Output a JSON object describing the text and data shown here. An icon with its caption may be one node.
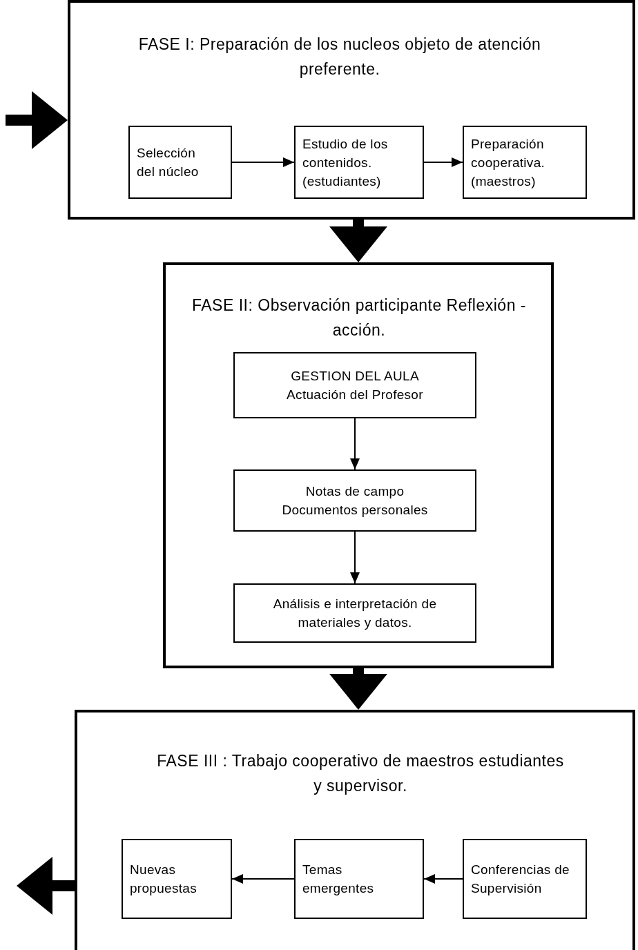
{
  "diagram": {
    "nodes": [
      {
        "text": [
          "FASE I: Preparación de los nucleos objeto de atención preferente."
        ]
      },
      {
        "text": [
          "Selección del núcleo"
        ],
        "in": 0
      },
      {
        "text": [
          "Estudio de los contenidos. (estudiantes)"
        ],
        "in": 0
      },
      {
        "text": [
          "Preparación cooperativa. (maestros)"
        ],
        "in": 0
      },
      {
        "text": [
          "FASE II: Observación participante Reflexión -acción."
        ]
      },
      {
        "text": [
          "GESTION DEL AULA Actuación del Profesor"
        ],
        "in": 4
      },
      {
        "text": [
          "Notas de campo Documentos personales"
        ],
        "in": 4
      },
      {
        "text": [
          "Análisis e interpretación de materiales y datos."
        ],
        "in": 4
      },
      {
        "text": [
          "FASE III : Trabajo cooperativo de maestros estudiantes y supervisor."
        ]
      },
      {
        "text": [
          "Nuevas propuestas"
        ],
        "in": 8
      },
      {
        "text": [
          "Temas emergentes"
        ],
        "in": 8
      },
      {
        "text": [
          "Conferencias de Supervisión"
        ],
        "in": 8
      }
    ],
    "edges": [
      {
        "from": null,
        "to": 0,
        "arrow": "to",
        "style": "thick"
      },
      {
        "from": 1,
        "to": 2,
        "arrow": "to"
      },
      {
        "from": 2,
        "to": 3,
        "arrow": "to"
      },
      {
        "from": 0,
        "to": 4,
        "arrow": "to",
        "style": "thick"
      },
      {
        "from": 5,
        "to": 6,
        "arrow": "to"
      },
      {
        "from": 6,
        "to": 7,
        "arrow": "to"
      },
      {
        "from": 4,
        "to": 8,
        "arrow": "to",
        "style": "thick"
      },
      {
        "from": 11,
        "to": 10,
        "arrow": "to"
      },
      {
        "from": 10,
        "to": 9,
        "arrow": "to"
      },
      {
        "from": 8,
        "to": null,
        "arrow": "to",
        "style": "thick"
      }
    ]
  }
}
